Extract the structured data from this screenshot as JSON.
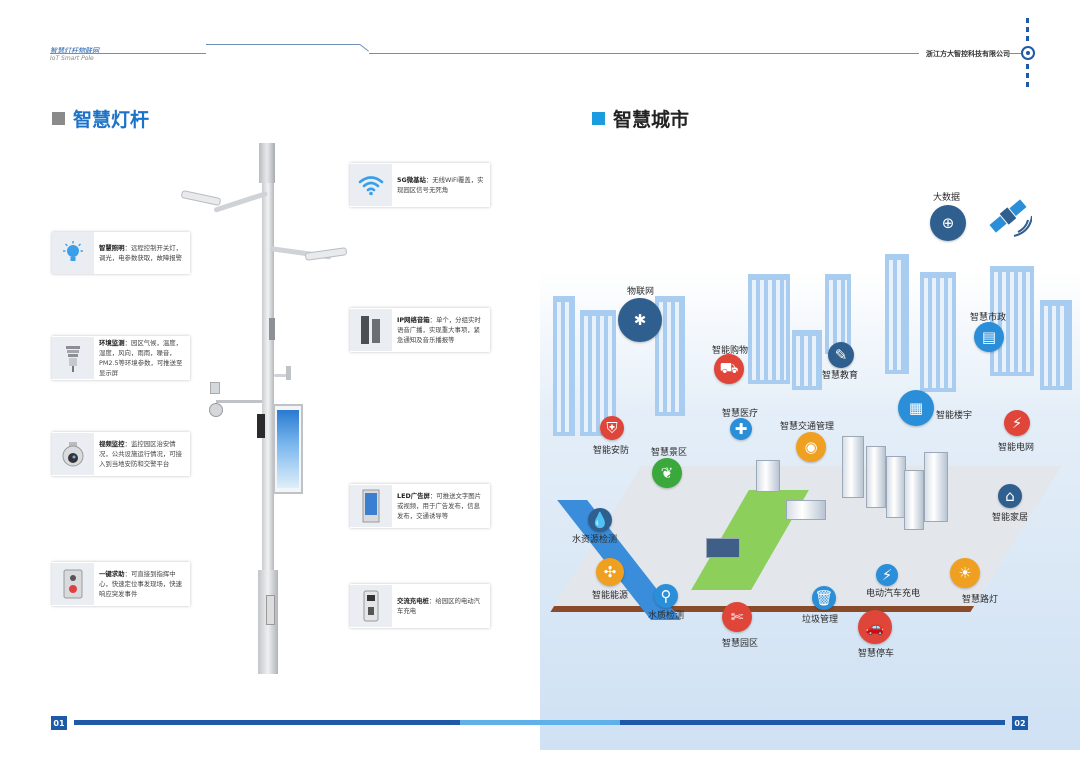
{
  "header": {
    "category": "智慧灯杆物联网",
    "subtitle": "IoT Smart Pole",
    "company": "浙江方大智控科技有限公司"
  },
  "left_section": {
    "title": "智慧灯杆",
    "features": [
      {
        "name": "智慧照明",
        "desc": "：远程控制开关灯，调光，电参数获取，故障报警"
      },
      {
        "name": "环境监测",
        "desc": "：园区气候，温度，湿度，风向，雨雨，噪音，PM2.5等环境参数，可推送至显示屏"
      },
      {
        "name": "视频监控",
        "desc": "：监控园区治安情况，公共设施运行情况，可接入到当地安防和交警平台"
      },
      {
        "name": "一键求助",
        "desc": "：可直接到指挥中心，快速定位事发现场，快速响应突发事件"
      },
      {
        "name": "5G微基站",
        "desc": "：无线WiFi覆盖，实现园区信号无死角"
      },
      {
        "name": "IP网络音箱",
        "desc": "：单个，分组实时语音广播，实现重大事项，紧急通知及音乐播报等"
      },
      {
        "name": "LED广告屏",
        "desc": "：可推送文字图片或视频，用于广告发布，信息发布，交通诱导等"
      },
      {
        "name": "交流充电桩",
        "desc": "：给园区的电动汽车充电"
      }
    ]
  },
  "right_section": {
    "title": "智慧城市",
    "icons": [
      {
        "label": "大数据",
        "color": "#2f5f8f",
        "icon": "globe-icon",
        "glyph": "⊕"
      },
      {
        "label": "物联网",
        "color": "#2f5f8f",
        "icon": "network-icon",
        "glyph": "✱"
      },
      {
        "label": "智能购物",
        "color": "#e0453a",
        "icon": "cart-icon",
        "glyph": "⛟"
      },
      {
        "label": "智慧教育",
        "color": "#2f5f8f",
        "icon": "graduation-cap-icon",
        "glyph": "✎"
      },
      {
        "label": "智慧市政",
        "color": "#2a8fd8",
        "icon": "folder-icon",
        "glyph": "▤"
      },
      {
        "label": "智慧医疗",
        "color": "#2a8fd8",
        "icon": "medical-kit-icon",
        "glyph": "✚"
      },
      {
        "label": "智慧交通管理",
        "color": "#f0a020",
        "icon": "traffic-camera-icon",
        "glyph": "◉"
      },
      {
        "label": "智能楼宇",
        "color": "#2a8fd8",
        "icon": "building-icon",
        "glyph": "▦"
      },
      {
        "label": "智能安防",
        "color": "#e0453a",
        "icon": "shield-icon",
        "glyph": "⛨"
      },
      {
        "label": "智慧景区",
        "color": "#3aa83a",
        "icon": "leaf-icon",
        "glyph": "❦"
      },
      {
        "label": "智能电网",
        "color": "#e0453a",
        "icon": "power-tower-icon",
        "glyph": "⚡"
      },
      {
        "label": "水资源检测",
        "color": "#2f5f8f",
        "icon": "water-drop-icon",
        "glyph": "💧"
      },
      {
        "label": "智能家居",
        "color": "#2f5f8f",
        "icon": "home-icon",
        "glyph": "⌂"
      },
      {
        "label": "智能能源",
        "color": "#f0a020",
        "icon": "windmill-icon",
        "glyph": "✣"
      },
      {
        "label": "水质检测",
        "color": "#2a8fd8",
        "icon": "faucet-icon",
        "glyph": "⚲"
      },
      {
        "label": "垃圾管理",
        "color": "#2a8fd8",
        "icon": "trash-icon",
        "glyph": "🗑"
      },
      {
        "label": "电动汽车充电",
        "color": "#2a8fd8",
        "icon": "ev-charger-icon",
        "glyph": "⚡"
      },
      {
        "label": "智慧路灯",
        "color": "#f0a020",
        "icon": "lightbulb-icon",
        "glyph": "☀"
      },
      {
        "label": "智慧园区",
        "color": "#e0453a",
        "icon": "tools-icon",
        "glyph": "✄"
      },
      {
        "label": "智慧停车",
        "color": "#e0453a",
        "icon": "car-icon",
        "glyph": "🚗"
      }
    ]
  },
  "footer": {
    "left_page": "01",
    "right_page": "02"
  },
  "colors": {
    "accent": "#1e5aa8",
    "title_blue": "#1b73c9",
    "left_square": "#8a8a8a",
    "right_square": "#1b9ce0"
  }
}
